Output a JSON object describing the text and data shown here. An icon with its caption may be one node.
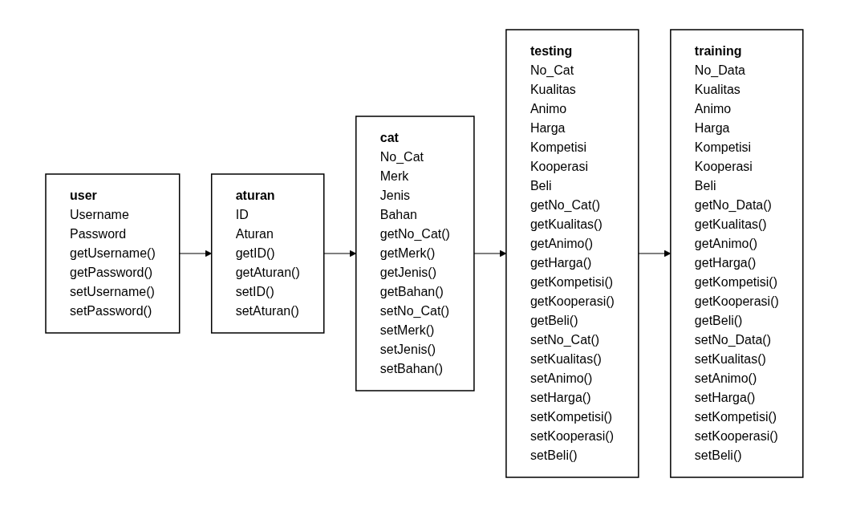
{
  "diagram": {
    "nodes": [
      {
        "text": [
          "user",
          "Username",
          "Password",
          "getUsername()",
          "getPassword()",
          "setUsername()",
          "setPassword()"
        ]
      },
      {
        "text": [
          "aturan",
          "ID",
          "Aturan",
          "getID()",
          "getAturan()",
          "setID()",
          "setAturan()"
        ]
      },
      {
        "text": [
          "cat",
          "No_Cat",
          "Merk",
          "Jenis",
          "Bahan",
          "getNo_Cat()",
          "getMerk()",
          "getJenis()",
          "getBahan()",
          "setNo_Cat()",
          "setMerk()",
          "setJenis()",
          "setBahan()"
        ]
      },
      {
        "text": [
          "testing",
          "No_Cat",
          "Kualitas",
          "Animo",
          "Harga",
          "Kompetisi",
          "Kooperasi",
          "Beli",
          "getNo_Cat()",
          "getKualitas()",
          "getAnimo()",
          "getHarga()",
          "getKompetisi()",
          "getKooperasi()",
          "getBeli()",
          "setNo_Cat()",
          "setKualitas()",
          "setAnimo()",
          "setHarga()",
          "setKompetisi()",
          "setKooperasi()",
          "setBeli()"
        ]
      },
      {
        "text": [
          "training",
          "No_Data",
          "Kualitas",
          "Animo",
          "Harga",
          "Kompetisi",
          "Kooperasi",
          "Beli",
          "getNo_Data()",
          "getKualitas()",
          "getAnimo()",
          "getHarga()",
          "getKompetisi()",
          "getKooperasi()",
          "getBeli()",
          "setNo_Data()",
          "setKualitas()",
          "setAnimo()",
          "setHarga()",
          "setKompetisi()",
          "setKooperasi()",
          "setBeli()"
        ]
      }
    ],
    "edges": [
      {
        "from": 0,
        "to": 1,
        "arrow": "to"
      },
      {
        "from": 1,
        "to": 2,
        "arrow": "to"
      },
      {
        "from": 2,
        "to": 3,
        "arrow": "to"
      },
      {
        "from": 3,
        "to": 4,
        "arrow": "to"
      }
    ]
  }
}
